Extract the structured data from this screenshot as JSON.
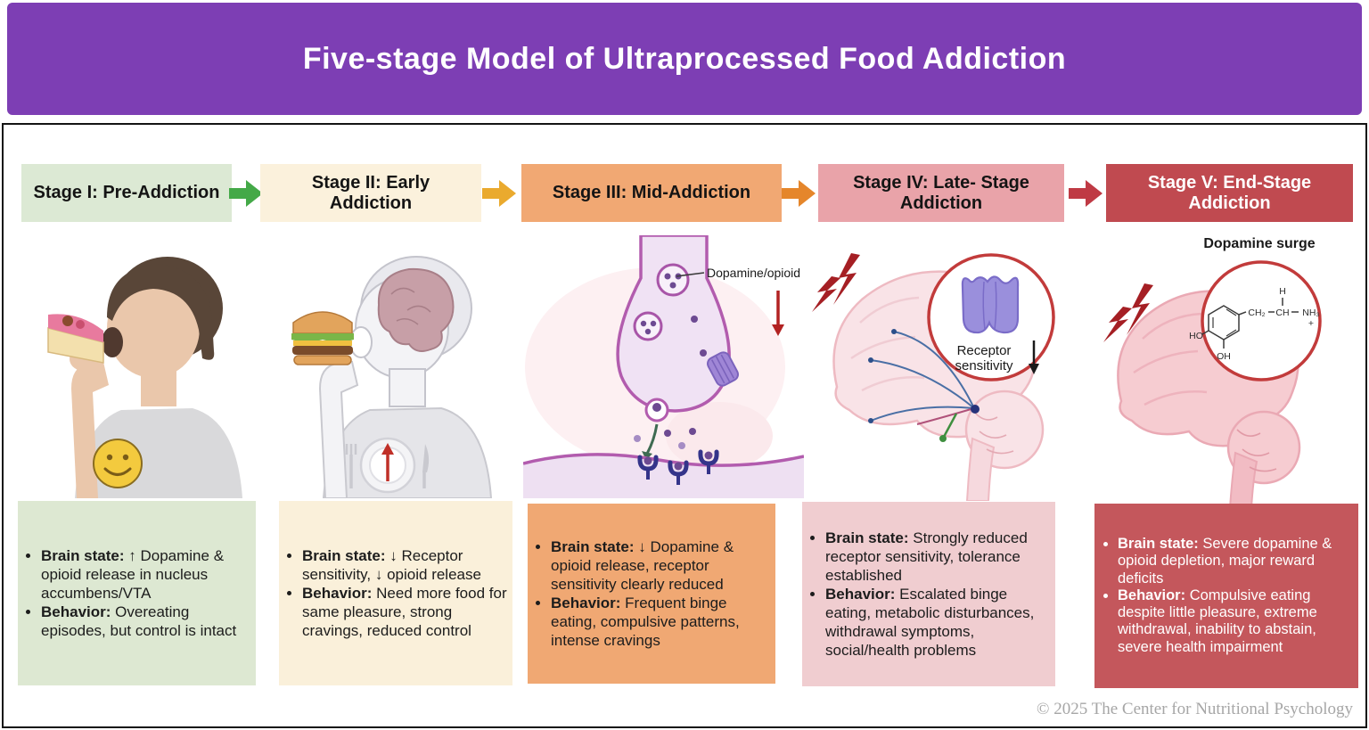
{
  "title": "Five-stage Model of Ultraprocessed Food Addiction",
  "theme": {
    "banner": "#7d3eb4",
    "frame_border": "#141414",
    "page_bg": "#ffffff"
  },
  "arrows": [
    "#44a948",
    "#eaaa2e",
    "#e5862b",
    "#bf3a44"
  ],
  "stages": [
    {
      "name": "Stage I: Pre-Addiction",
      "header_bg": "#dce9d4",
      "header_text": "#141414",
      "body_bg": "#dde8d2",
      "body_text": "#1c1c1c",
      "illustration": "person-eating-cake-with-smiley",
      "bullets": [
        {
          "label": "Brain state:",
          "text": " ↑ Dopamine & opioid release in nucleus accumbens/VTA"
        },
        {
          "label": "Behavior:",
          "text": " Overeating episodes, but control is intact"
        }
      ]
    },
    {
      "name": "Stage II: Early Addiction",
      "header_bg": "#fbf1dc",
      "header_text": "#141414",
      "body_bg": "#faf0da",
      "body_text": "#1c1c1c",
      "illustration": "person-eating-burger-brain-visible",
      "bullets": [
        {
          "label": "Brain state:",
          "text": " ↓ Receptor sensitivity, ↓ opioid release"
        },
        {
          "label": "Behavior:",
          "text": " Need more food for same pleasure, strong cravings, reduced control"
        }
      ]
    },
    {
      "name": "Stage III: Mid-Addiction",
      "header_bg": "#f1a873",
      "header_text": "#141414",
      "body_bg": "#f0a873",
      "body_text": "#1c1c1c",
      "illustration": "synapse-dopamine-opioid-release",
      "bullets": [
        {
          "label": "Brain state:",
          "text": " ↓ Dopamine & opioid release, receptor sensitivity clearly reduced"
        },
        {
          "label": "Behavior:",
          "text": " Frequent binge eating, compulsive patterns, intense cravings"
        }
      ]
    },
    {
      "name": "Stage IV: Late- Stage Addiction",
      "header_bg": "#e9a3a9",
      "header_text": "#141414",
      "body_bg": "#f0cdd0",
      "body_text": "#1c1c1c",
      "illustration": "brain-pathways-receptor-sensitivity-down",
      "bullets": [
        {
          "label": "Brain state:",
          "text": " Strongly reduced receptor sensitivity, tolerance established"
        },
        {
          "label": "Behavior:",
          "text": " Escalated binge eating, metabolic disturbances, withdrawal symptoms, social/health problems"
        }
      ]
    },
    {
      "name": "Stage V: End-Stage Addiction",
      "header_bg": "#c04a50",
      "header_text": "#ffffff",
      "body_bg": "#c4575c",
      "body_text": "#ffffff",
      "illustration": "brain-dopamine-surge-molecule",
      "bullets": [
        {
          "label": "Brain state:",
          "text": " Severe dopamine & opioid depletion, major reward deficits"
        },
        {
          "label": "Behavior:",
          "text": " Compulsive eating despite little pleasure, extreme withdrawal, inability to abstain, severe health impairment"
        }
      ]
    }
  ],
  "illustrations": {
    "stage3_label": "Dopamine/opioid",
    "stage4_inset_line1": "Receptor",
    "stage4_inset_line2": "sensitivity",
    "stage5_label": "Dopamine surge",
    "molecule": {
      "ho": "HO",
      "oh": "OH",
      "h": "H",
      "ch2": "CH₂",
      "ch": "CH",
      "nh3": "NH₃",
      "plus": "+"
    }
  },
  "footer": {
    "copyright": "© 2025 The Center for Nutritional Psychology"
  }
}
